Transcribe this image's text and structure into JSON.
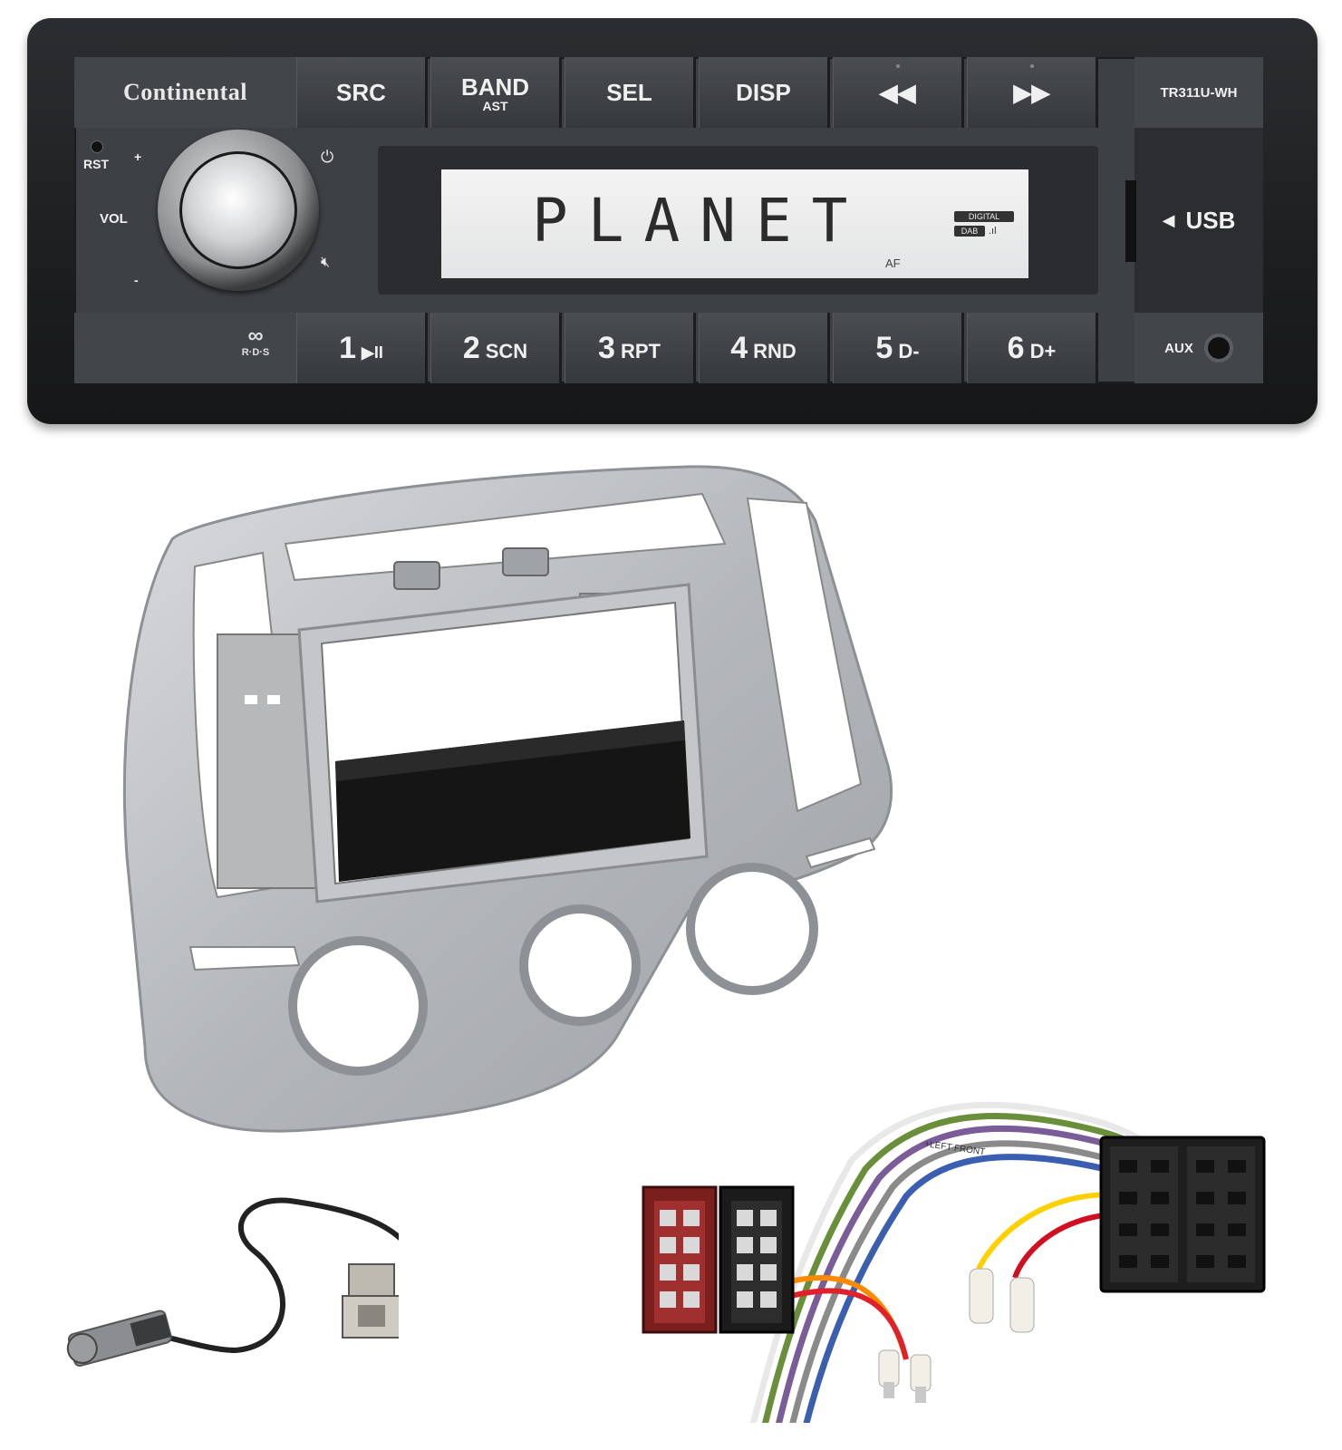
{
  "radio": {
    "brand": "Continental",
    "model": "TR311U-WH",
    "top_buttons": [
      {
        "label": "SRC",
        "sub": ""
      },
      {
        "label": "BAND",
        "sub": "AST"
      },
      {
        "label": "SEL",
        "sub": ""
      },
      {
        "label": "DISP",
        "sub": ""
      },
      {
        "label": "◀◀",
        "sub": ""
      },
      {
        "label": "▶▶",
        "sub": ""
      }
    ],
    "preset_buttons": [
      {
        "num": "1",
        "text": "▶II"
      },
      {
        "num": "2",
        "text": "SCN"
      },
      {
        "num": "3",
        "text": "RPT"
      },
      {
        "num": "4",
        "text": "RND"
      },
      {
        "num": "5",
        "text": "D-"
      },
      {
        "num": "6",
        "text": "D+"
      }
    ],
    "rst_label": "RST",
    "vol_label": "VOL",
    "plus_label": "+",
    "minus_label": "-",
    "rds_label": "R·D·S",
    "display": {
      "text": "PLANET",
      "digital": "DIGITAL",
      "dab": "DAB",
      "af": "AF"
    },
    "usb_label": "USB",
    "aux_label": "AUX"
  },
  "harness_tag": "+LEFT FRONT",
  "colors": {
    "radio_body": "#1d1e20",
    "faceplate": "#3d4044",
    "fascia_silver": "#b9bcc0",
    "lcd": "#eeeeee"
  }
}
